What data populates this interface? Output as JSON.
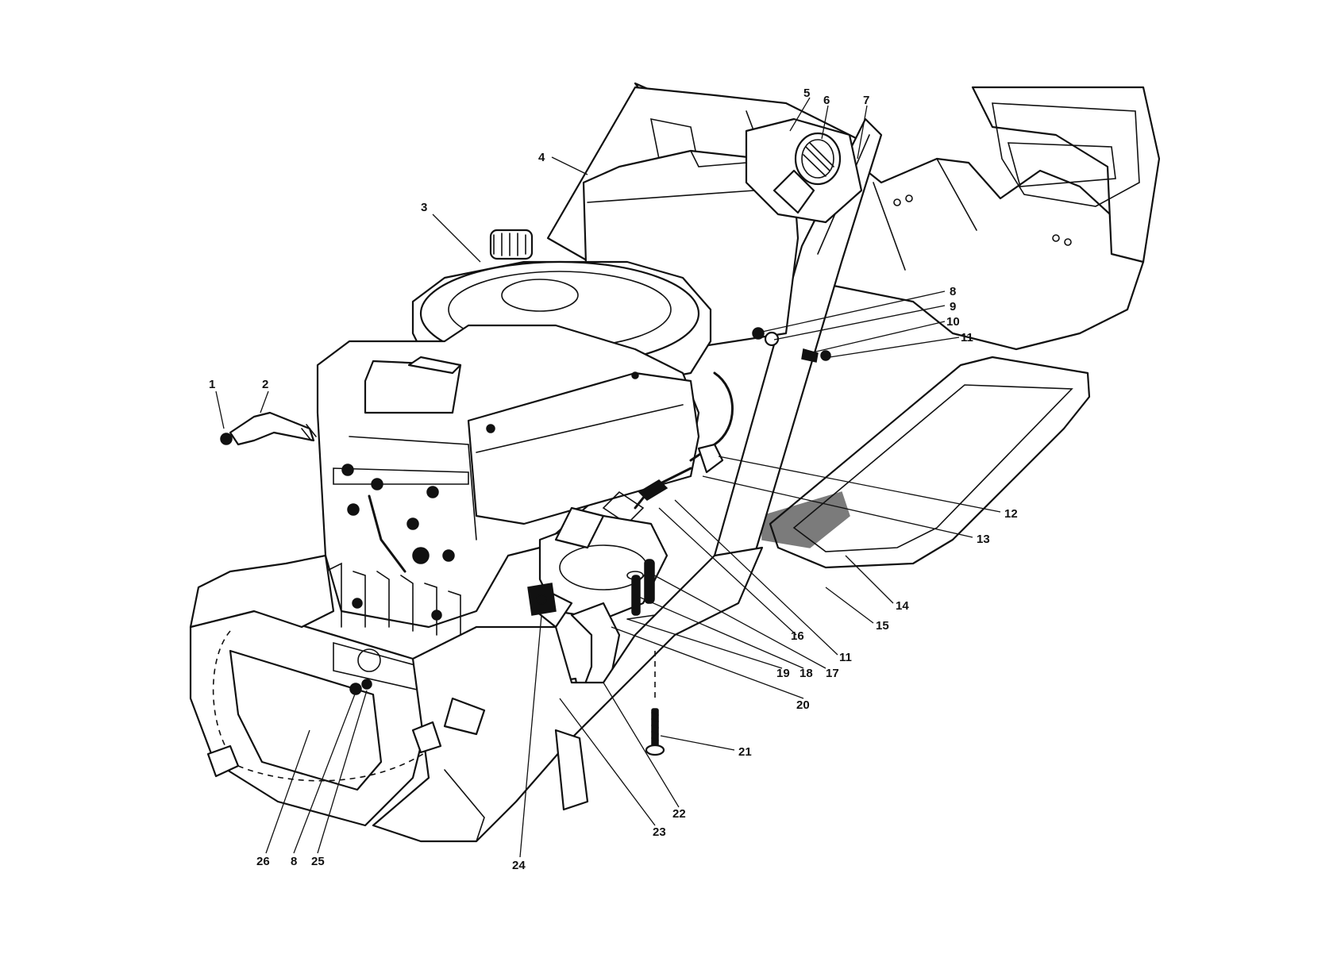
{
  "callouts": [
    {
      "id": "c1",
      "label": "1"
    },
    {
      "id": "c2",
      "label": "2"
    },
    {
      "id": "c3",
      "label": "3"
    },
    {
      "id": "c4",
      "label": "4"
    },
    {
      "id": "c5",
      "label": "5"
    },
    {
      "id": "c6",
      "label": "6"
    },
    {
      "id": "c7",
      "label": "7"
    },
    {
      "id": "c8a",
      "label": "8"
    },
    {
      "id": "c9",
      "label": "9"
    },
    {
      "id": "c10",
      "label": "10"
    },
    {
      "id": "c11a",
      "label": "11"
    },
    {
      "id": "c12",
      "label": "12"
    },
    {
      "id": "c13",
      "label": "13"
    },
    {
      "id": "c14",
      "label": "14"
    },
    {
      "id": "c15",
      "label": "15"
    },
    {
      "id": "c16",
      "label": "16"
    },
    {
      "id": "c11b",
      "label": "11"
    },
    {
      "id": "c17",
      "label": "17"
    },
    {
      "id": "c18",
      "label": "18"
    },
    {
      "id": "c19",
      "label": "19"
    },
    {
      "id": "c20",
      "label": "20"
    },
    {
      "id": "c21",
      "label": "21"
    },
    {
      "id": "c22",
      "label": "22"
    },
    {
      "id": "c23",
      "label": "23"
    },
    {
      "id": "c24",
      "label": "24"
    },
    {
      "id": "c25",
      "label": "25"
    },
    {
      "id": "c8b",
      "label": "8"
    },
    {
      "id": "c26",
      "label": "26"
    }
  ]
}
